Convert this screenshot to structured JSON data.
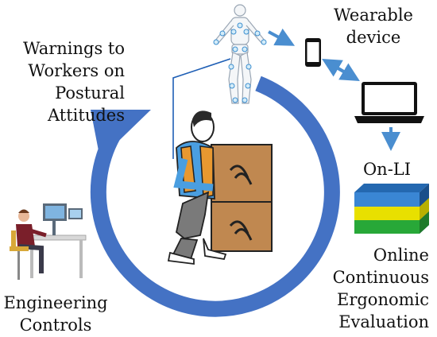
{
  "labels": {
    "wearable": [
      "Wearable",
      "device"
    ],
    "warnings": [
      "Warnings to",
      "Workers on",
      "Postural",
      "Attitudes"
    ],
    "onli": "On-LI",
    "evaluation": [
      "Online",
      "Continuous",
      "Ergonomic",
      "Evaluation"
    ],
    "engineering": [
      "Engineering",
      "Controls"
    ]
  },
  "icons": [
    "sensor-suit-figure-icon",
    "smartphone-icon",
    "laptop-icon",
    "layered-box-icon",
    "worker-at-desk-icon",
    "worker-lifting-boxes-icon"
  ],
  "colors": {
    "cycle_arrow": "#4472c4",
    "small_arrow": "#4a8ed0",
    "sensor_line": "#1f5fb5",
    "box_blue": "#3a86d4",
    "box_yellow": "#e8e000",
    "box_green": "#28a838",
    "vest_orange": "#e89830",
    "shirt_blue": "#4a9ee0",
    "crate_brown": "#c08850"
  }
}
